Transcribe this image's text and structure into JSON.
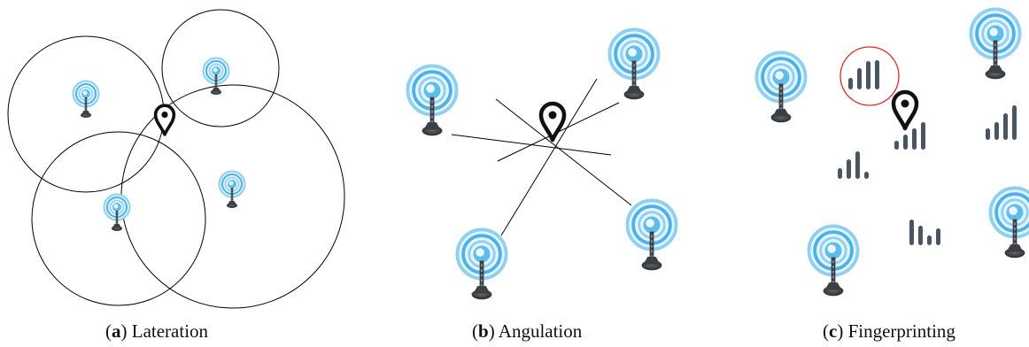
{
  "panels": [
    {
      "id": "lateration",
      "letter": "a",
      "title": "Lateration"
    },
    {
      "id": "angulation",
      "letter": "b",
      "title": "Angulation"
    },
    {
      "id": "fingerprinting",
      "letter": "c",
      "title": "Fingerprinting"
    }
  ],
  "colors": {
    "antenna_ring_outer": "#a8dcf4",
    "antenna_ring_inner": "#3aa6dd",
    "antenna_core": "#e8f7ff",
    "antenna_mast": "#3c3f44",
    "line": "#000000",
    "signal_bar": "#4a5563",
    "highlight_ring": "#e0262a",
    "pin": "#111111"
  },
  "icons": [
    "antenna-icon",
    "location-pin-icon",
    "signal-bars-icon"
  ]
}
